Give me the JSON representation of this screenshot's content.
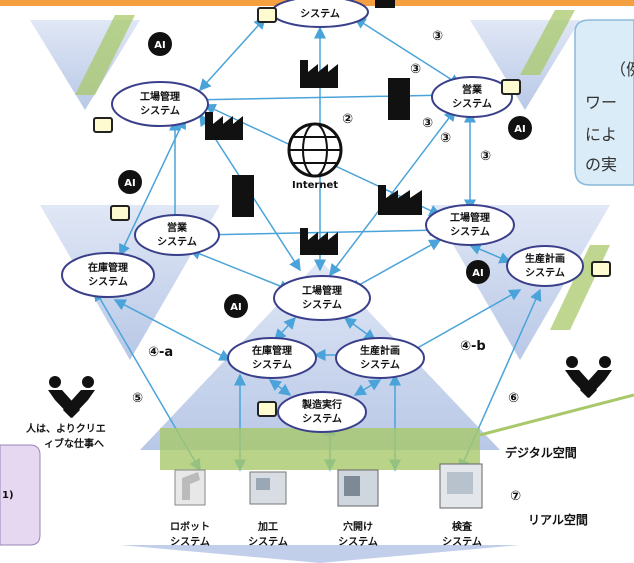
{
  "nodes": {
    "top_system": [
      "システム"
    ],
    "factory_mgmt_left": [
      "工場管理",
      "システム"
    ],
    "sales_right": [
      "営業",
      "システム"
    ],
    "sales_left": [
      "営業",
      "システム"
    ],
    "factory_mgmt_right": [
      "工場管理",
      "システム"
    ],
    "inventory_left": [
      "在庫管理",
      "システム"
    ],
    "production_plan_right": [
      "生産計画",
      "システム"
    ],
    "factory_mgmt_center": [
      "工場管理",
      "システム"
    ],
    "inventory_center": [
      "在庫管理",
      "システム"
    ],
    "production_plan_center": [
      "生産計画",
      "システム"
    ],
    "mes_center": [
      "製造実行",
      "システム"
    ]
  },
  "internet_label": "Internet",
  "ai_label": "AI",
  "markers": {
    "n2": "②",
    "n3": "③",
    "n4a": "④-a",
    "n4b": "④-b",
    "n5": "⑤",
    "n6": "⑥",
    "n7": "⑦"
  },
  "callout_right_lines": [
    "（例",
    "ワー",
    "によ",
    "の実"
  ],
  "callout_left_text": "1)",
  "person_caption": [
    "人は、よりクリエ",
    "ィブな仕事へ"
  ],
  "digital_space_label": "デジタル空間",
  "real_space_label": "リアル空間",
  "machines": [
    {
      "label": [
        "ロボット",
        "システム"
      ]
    },
    {
      "label": [
        "加工",
        "システム"
      ]
    },
    {
      "label": [
        "穴開け",
        "システム"
      ]
    },
    {
      "label": [
        "検査",
        "システム"
      ]
    }
  ],
  "colors": {
    "orange_bar": "#f5a040",
    "node_fill": "#ffffff",
    "node_stroke": "#3a3f8a",
    "arrow": "#4aa3d9",
    "triangle_blue": "#8fa8d8",
    "green_band": "#a8c86a",
    "callout_fill": "#d9ecf7",
    "callout_left_fill": "#e6d8f0"
  }
}
